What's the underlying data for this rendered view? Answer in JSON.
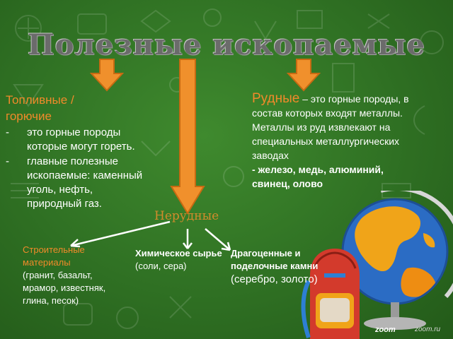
{
  "title": "Полезные ископаемые",
  "fuel": {
    "heading_line1": "Топливные /",
    "heading_line2": "горючие",
    "items": [
      "это горные породы которые могут гореть.",
      "главные полезные ископаемые: каменный уголь, нефть, природный газ."
    ]
  },
  "ore": {
    "heading": "Рудные",
    "text": " – это горные породы, в состав которых входят металлы. Металлы из руд извлекают на специальных металлургических заводах",
    "bold": "- железо, медь, алюминий, свинец, олово"
  },
  "nonmetal_label": "Нерудные",
  "building": {
    "heading": "Строительные материалы",
    "text": "(гранит, базальт, мрамор, известняк, глина, песок)"
  },
  "chemical": {
    "heading": "Химическое сырье",
    "text": "(соли, сера)"
  },
  "gems": {
    "heading": "Драгоценные и поделочные камни",
    "text": "(серебро, золото)"
  },
  "logo": {
    "brand": "zoom",
    "site": "zoom.ru"
  },
  "colors": {
    "background": "#2f7023",
    "accent": "#f08a2a",
    "text": "#ffffff",
    "title": "#6b6b6b"
  },
  "icons": [
    "down-arrow-icon",
    "globe-icon",
    "backpack-icon"
  ]
}
